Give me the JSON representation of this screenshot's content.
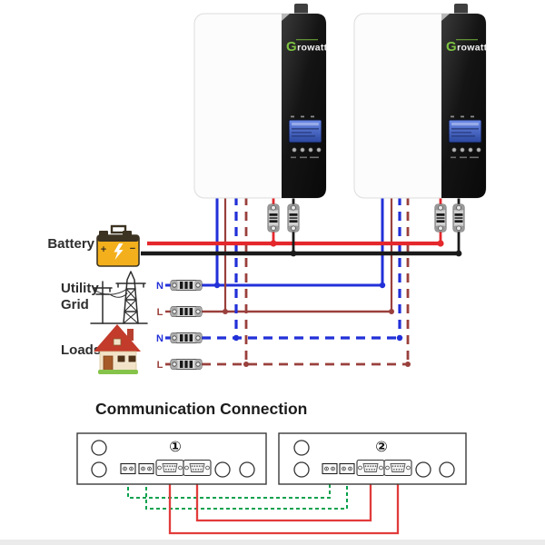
{
  "labels": {
    "battery": "Battery",
    "utility1": "Utility",
    "utility2": "Grid",
    "loads": "Loads"
  },
  "wires": {
    "utility_n": "N",
    "utility_l": "L",
    "loads_n": "N",
    "loads_l": "L"
  },
  "inverter": {
    "brand_g": "G",
    "brand_rest": "rowatt"
  },
  "comm": {
    "title": "Communication Connection",
    "panel1": "①",
    "panel2": "②"
  },
  "colors": {
    "battery_positive": "#e4282c",
    "battery_negative": "#1a1a1a",
    "neutral_wire": "#2230d8",
    "live_wire": "#9a403c",
    "comm_green": "#0aa14e",
    "comm_red": "#e23b3b",
    "brand_green": "#7dc242",
    "lcd_blue": "#3f5fc4"
  }
}
